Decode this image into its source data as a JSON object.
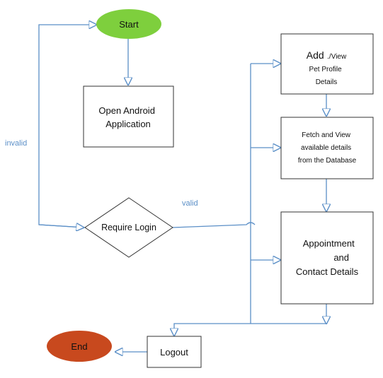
{
  "nodes": {
    "start": "Start",
    "open_app": [
      "Open Android",
      "Application"
    ],
    "login": "Require Login",
    "add_view_title": "Add",
    "add_view_suffix": "./View",
    "add_view_lines": [
      "Pet Profile",
      "Details"
    ],
    "fetch": [
      "Fetch and View",
      "available details",
      "from the Database"
    ],
    "appointment": [
      "Appointment",
      "and",
      "Contact Details"
    ],
    "logout": "Logout",
    "end": "End"
  },
  "edge_labels": {
    "invalid": "invalid",
    "valid": "valid"
  },
  "colors": {
    "start_fill": "#7ecf3d",
    "end_fill": "#c8491e",
    "connector": "#5b8fc7",
    "box_border": "#333333"
  }
}
